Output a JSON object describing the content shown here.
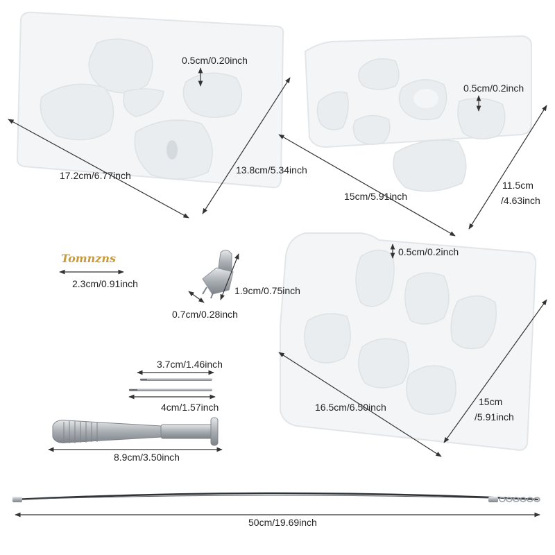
{
  "logo_text": "Tomnzns",
  "colors": {
    "background": "#ffffff",
    "mold": "#f3f5f6",
    "mold_edge": "#e2e6e8",
    "cavity": "#e9edef",
    "dimension_line": "#333333",
    "gold_tag": "#c99a3c",
    "silver_tool": "#b9bdc1",
    "cord": "#2e3133"
  },
  "items": {
    "mold_1": {
      "width_label": "17.2cm/6.77inch",
      "height_label": "13.8cm/5.34inch",
      "depth_label": "0.5cm/0.20inch"
    },
    "mold_2": {
      "width_label": "15cm/5.91inch",
      "height_label_line1": "11.5cm",
      "height_label_line2": "/4.63inch",
      "depth_label": "0.5cm/0.2inch"
    },
    "mold_3": {
      "width_label": "16.5cm/6.50inch",
      "height_label_line1": "15cm",
      "height_label_line2": "/5.91inch",
      "depth_label": "0.5cm/0.2inch"
    },
    "tag": {
      "label": "2.3cm/0.91inch"
    },
    "bail": {
      "height_label": "1.9cm/0.75inch",
      "width_label": "0.7cm/0.28inch"
    },
    "drill_bits": {
      "short_label": "3.7cm/1.46inch",
      "long_label": "4cm/1.57inch"
    },
    "hand_drill": {
      "label": "8.9cm/3.50inch"
    },
    "cord": {
      "label": "50cm/19.69inch"
    }
  }
}
